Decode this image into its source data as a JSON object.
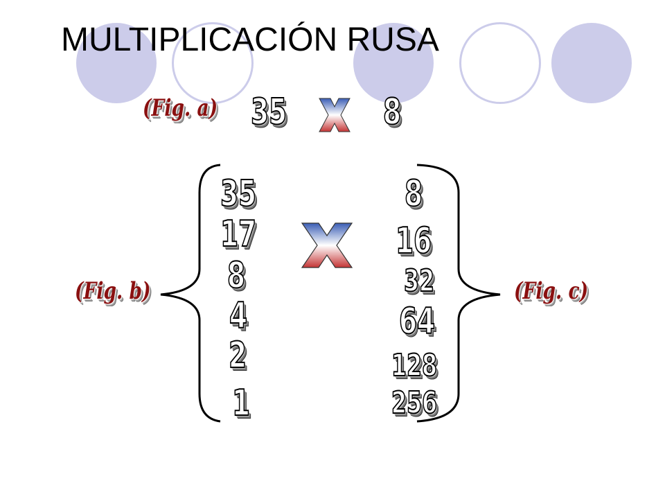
{
  "title": "MULTIPLICACIÓN RUSA",
  "figures": {
    "a": "(Fig. a)",
    "b": "(Fig. b)",
    "c": "(Fig. c)"
  },
  "equation": {
    "left": "35",
    "right": "8",
    "operator": "X"
  },
  "halving_column": [
    "35",
    "17",
    "8",
    "4",
    "2",
    "1"
  ],
  "doubling_column": [
    "8",
    "16",
    "32",
    "64",
    "128",
    "256"
  ],
  "colors": {
    "circle": "#ccccea",
    "fig_label": "#8a1010",
    "times_top": "#3a5db5",
    "times_bottom": "#c43434"
  },
  "icons": {
    "operator": "times-icon"
  }
}
